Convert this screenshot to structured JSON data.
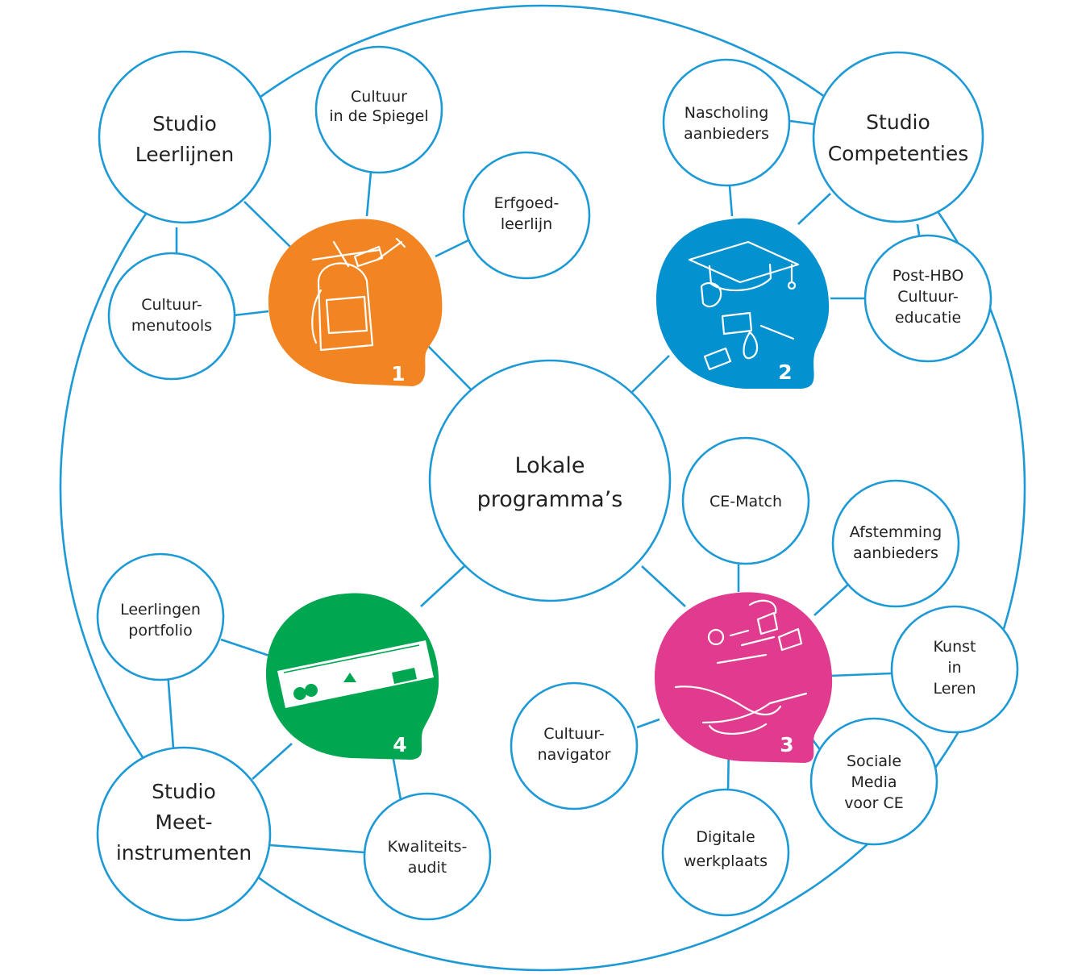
{
  "colors": {
    "line": "#1d9ad6",
    "blob1": "#f28521",
    "blob2": "#0391cf",
    "blob3": "#e13b8f",
    "blob4": "#00a650"
  },
  "center": {
    "line1": "Lokale",
    "line2": "programma’s"
  },
  "studios": {
    "leerlijnen": {
      "line1": "Studio",
      "line2": "Leerlijnen"
    },
    "competenties": {
      "line1": "Studio",
      "line2": "Competenties"
    },
    "meetinstrumenten": {
      "line1": "Studio",
      "line2": "Meet-",
      "line3": "instrumenten"
    }
  },
  "blobs": {
    "b1": {
      "number": "1",
      "icon": "backpack-culture-icon"
    },
    "b2": {
      "number": "2",
      "icon": "graduation-cap-culture-icon"
    },
    "b3": {
      "number": "3",
      "icon": "handshake-culture-icon"
    },
    "b4": {
      "number": "4",
      "icon": "ruler-culture-icon"
    }
  },
  "bubbles": {
    "cultuur_spiegel": {
      "line1": "Cultuur",
      "line2": "in de Spiegel"
    },
    "erfgoed": {
      "line1": "Erfgoed-",
      "line2": "leerlijn"
    },
    "cultuurmenutools": {
      "line1": "Cultuur-",
      "line2": "menutools"
    },
    "nascholing": {
      "line1": "Nascholing",
      "line2": "aanbieders"
    },
    "post_hbo": {
      "line1": "Post-HBO",
      "line2": "Cultuur-",
      "line3": "educatie"
    },
    "ce_match": {
      "line1": "CE-Match"
    },
    "afstemming": {
      "line1": "Afstemming",
      "line2": "aanbieders"
    },
    "kunst": {
      "line1": "Kunst",
      "line2": "in",
      "line3": "Leren"
    },
    "sociale": {
      "line1": "Sociale",
      "line2": "Media",
      "line3": "voor CE"
    },
    "digitale": {
      "line1": "Digitale",
      "line2": "werkplaats"
    },
    "cultuurnavigator": {
      "line1": "Cultuur-",
      "line2": "navigator"
    },
    "leerlingen": {
      "line1": "Leerlingen",
      "line2": "portfolio"
    },
    "kwaliteit": {
      "line1": "Kwaliteits-",
      "line2": "audit"
    }
  }
}
